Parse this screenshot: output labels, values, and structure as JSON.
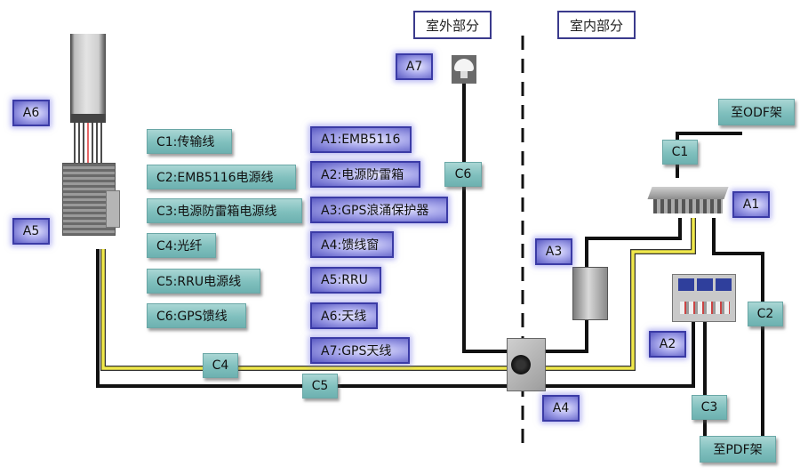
{
  "sections": {
    "outdoor": "室外部分",
    "indoor": "室内部分"
  },
  "legend": {
    "cables": [
      {
        "code": "C1",
        "label": "C1:传输线"
      },
      {
        "code": "C2",
        "label": "C2:EMB5116电源线"
      },
      {
        "code": "C3",
        "label": "C3:电源防雷箱电源线"
      },
      {
        "code": "C4",
        "label": "C4:光纤"
      },
      {
        "code": "C5",
        "label": "C5:RRU电源线"
      },
      {
        "code": "C6",
        "label": "C6:GPS馈线"
      }
    ],
    "devices": [
      {
        "code": "A1",
        "label": "A1:EMB5116"
      },
      {
        "code": "A2",
        "label": "A2:电源防雷箱"
      },
      {
        "code": "A3",
        "label": "A3:GPS浪涌保护器"
      },
      {
        "code": "A4",
        "label": "A4:馈线窗"
      },
      {
        "code": "A5",
        "label": "A5:RRU"
      },
      {
        "code": "A6",
        "label": "A6:天线"
      },
      {
        "code": "A7",
        "label": "A7:GPS天线"
      }
    ]
  },
  "markers": {
    "A1": "A1",
    "A2": "A2",
    "A3": "A3",
    "A4": "A4",
    "A5": "A5",
    "A6": "A6",
    "A7": "A7",
    "C1": "C1",
    "C2": "C2",
    "C3": "C3",
    "C4": "C4",
    "C5": "C5",
    "C6": "C6"
  },
  "endpoints": {
    "odf": "至ODF架",
    "pdf": "至PDF架"
  },
  "colors": {
    "cable_tag": "#7fbfbd",
    "device_tag": "#5b5bc4",
    "fiber": "#f0e84a",
    "wire": "#111111"
  }
}
